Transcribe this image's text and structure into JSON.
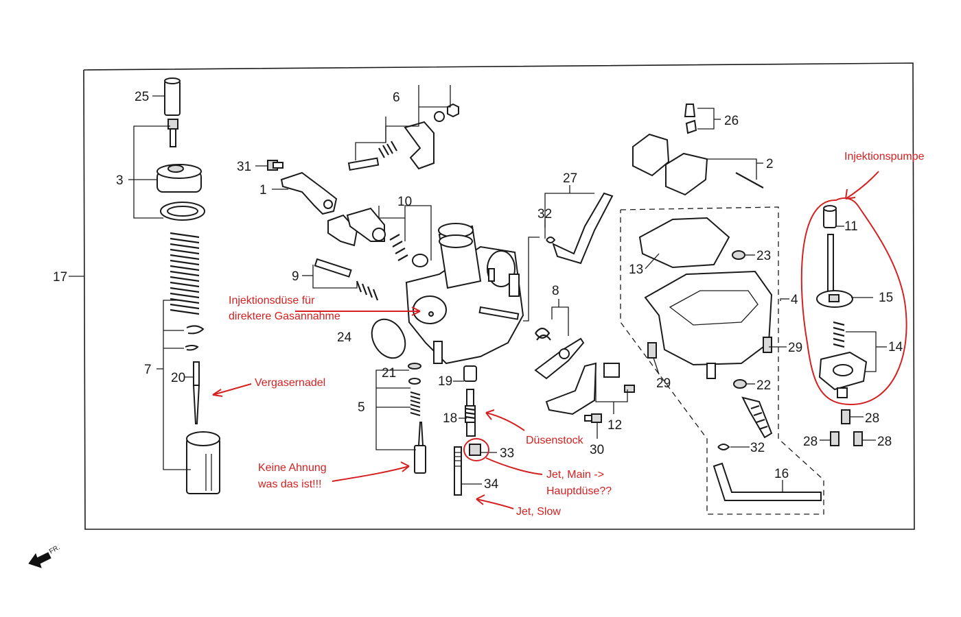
{
  "callouts": {
    "p1": "1",
    "p2": "2",
    "p3": "3",
    "p4": "4",
    "p5": "5",
    "p6": "6",
    "p7": "7",
    "p8": "8",
    "p9": "9",
    "p10": "10",
    "p11": "11",
    "p12": "12",
    "p13": "13",
    "p14": "14",
    "p15": "15",
    "p16": "16",
    "p17": "17",
    "p18": "18",
    "p19": "19",
    "p20": "20",
    "p21": "21",
    "p22": "22",
    "p23": "23",
    "p24": "24",
    "p25": "25",
    "p26": "26",
    "p27": "27",
    "p28a": "28",
    "p28b": "28",
    "p28c": "28",
    "p29a": "29",
    "p29b": "29",
    "p30": "30",
    "p31": "31",
    "p32a": "32",
    "p32b": "32",
    "p33": "33",
    "p34": "34"
  },
  "annotations": {
    "injektionspumpe": "Injektionspumpe",
    "injektionsduese_line1": "Injektionsdüse für",
    "injektionsduese_line2": "direktere Gasannahme",
    "vergasernadel": "Vergasernadel",
    "keine_ahnung_line1": "Keine Ahnung",
    "keine_ahnung_line2": "was das ist!!!",
    "duesenstock": "Düsenstock",
    "jet_main_line1": "Jet, Main ->",
    "jet_main_line2": "Hauptdüse??",
    "jet_slow": "Jet, Slow"
  },
  "front_indicator": "FR.",
  "colors": {
    "annotation": "#d42020",
    "linework": "#1a1a1a"
  }
}
